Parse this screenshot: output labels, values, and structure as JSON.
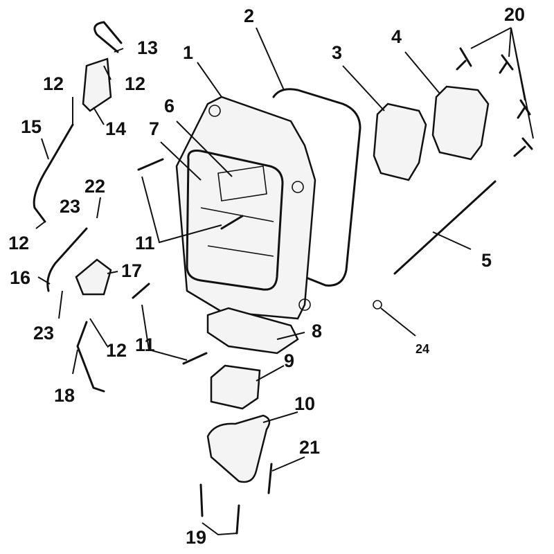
{
  "diagram": {
    "title_hidden": "",
    "callouts": [
      {
        "id": "c1",
        "text": "1"
      },
      {
        "id": "c2",
        "text": "2"
      },
      {
        "id": "c3",
        "text": "3"
      },
      {
        "id": "c4",
        "text": "4"
      },
      {
        "id": "c5",
        "text": "5"
      },
      {
        "id": "c6",
        "text": "6"
      },
      {
        "id": "c7",
        "text": "7"
      },
      {
        "id": "c8",
        "text": "8"
      },
      {
        "id": "c9",
        "text": "9"
      },
      {
        "id": "c10",
        "text": "10"
      },
      {
        "id": "c11a",
        "text": "11"
      },
      {
        "id": "c11b",
        "text": "11"
      },
      {
        "id": "c12a",
        "text": "12"
      },
      {
        "id": "c12b",
        "text": "12"
      },
      {
        "id": "c12c",
        "text": "12"
      },
      {
        "id": "c12d",
        "text": "12"
      },
      {
        "id": "c13",
        "text": "13"
      },
      {
        "id": "c14",
        "text": "14"
      },
      {
        "id": "c15",
        "text": "15"
      },
      {
        "id": "c16",
        "text": "16"
      },
      {
        "id": "c17",
        "text": "17"
      },
      {
        "id": "c18",
        "text": "18"
      },
      {
        "id": "c19",
        "text": "19"
      },
      {
        "id": "c20",
        "text": "20"
      },
      {
        "id": "c21",
        "text": "21"
      },
      {
        "id": "c22",
        "text": "22"
      },
      {
        "id": "c23a",
        "text": "23"
      },
      {
        "id": "c23b",
        "text": "23"
      },
      {
        "id": "c24",
        "text": "24"
      }
    ]
  }
}
